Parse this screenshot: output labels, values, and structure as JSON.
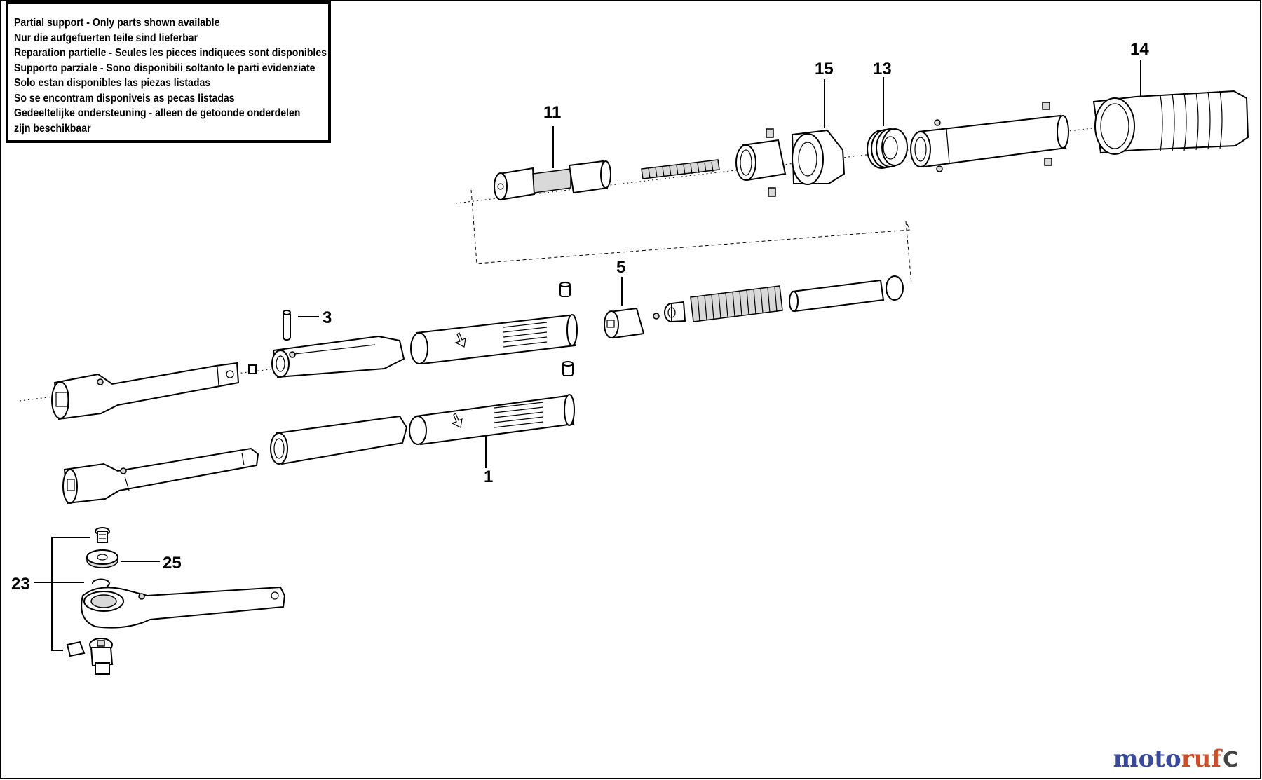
{
  "notice": {
    "lines": [
      "Partial support - Only parts shown available",
      "Nur die aufgefuerten teile sind lieferbar",
      "Reparation partielle - Seules les pieces indiquees sont disponibles",
      "Supporto parziale - Sono disponibili soltanto le parti evidenziate",
      "Solo estan disponibles las piezas listadas",
      "So se encontram disponiveis as pecas listadas",
      "Gedeeltelijke ondersteuning - alleen de getoonde onderdelen",
      "zijn beschikbaar"
    ]
  },
  "callouts": {
    "p1": "1",
    "p3": "3",
    "p5": "5",
    "p11": "11",
    "p13": "13",
    "p14": "14",
    "p15": "15",
    "p23": "23",
    "p25": "25"
  },
  "watermark": {
    "brand_a": "moto",
    "brand_b": "ruf",
    "mark": "C"
  }
}
